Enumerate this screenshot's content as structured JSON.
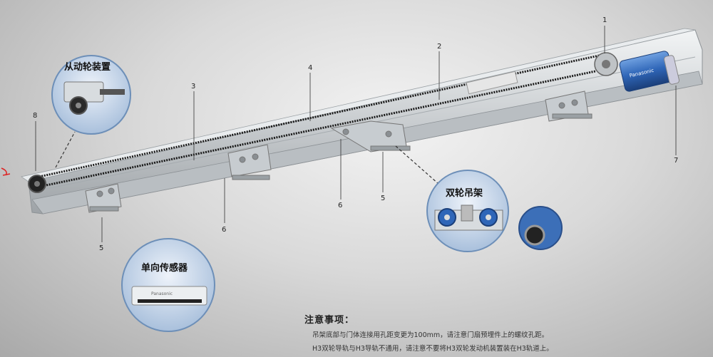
{
  "callouts": {
    "driven_wheel": "从动轮装置",
    "double_wheel_hanger": "双轮吊架",
    "sensor": "单向传感器"
  },
  "part_numbers": {
    "n1": "1",
    "n2": "2",
    "n3": "3",
    "n4": "4",
    "n5a": "5",
    "n5b": "5",
    "n6a": "6",
    "n6b": "6",
    "n7": "7",
    "n8": "8"
  },
  "motor_brand": "Panasonic",
  "sensor_brand": "Panasonic",
  "notes": {
    "title": "注意事项：",
    "line1": "吊架底部与门体连接用孔距变更为100mm，请注意门扇预埋件上的螺纹孔距。",
    "line2": "H3双轮导轨与H3导轨不通用，请注意不要将H3双轮发动机装置装在H3轨道上。"
  },
  "colors": {
    "rail": "#cfd3d6",
    "belt": "#1a1a1a",
    "motor_blue": "#2f66b8",
    "bubble_bg": "#b8cde4"
  }
}
